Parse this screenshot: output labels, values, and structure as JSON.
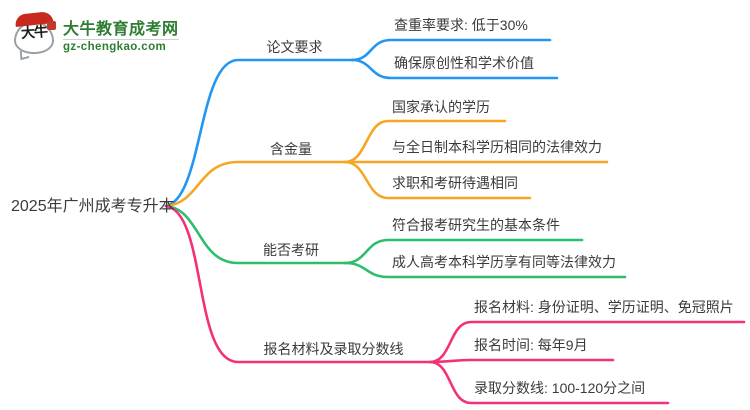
{
  "logo": {
    "icon_text": "大牛",
    "title": "大牛教育成考网",
    "url": "gz-chengkao.com",
    "brand_color": "#2e7d32",
    "accent_red": "#c8281e"
  },
  "root": {
    "label": "2025年广州成考专升本"
  },
  "branches": [
    {
      "label": "论文要求",
      "color": "#2196f3",
      "children": [
        "查重率要求: 低于30%",
        "确保原创性和学术价值"
      ]
    },
    {
      "label": "含金量",
      "color": "#f5a623",
      "children": [
        "国家承认的学历",
        "与全日制本科学历相同的法律效力",
        "求职和考研待遇相同"
      ]
    },
    {
      "label": "能否考研",
      "color": "#2dbe6c",
      "children": [
        "符合报考研究生的基本条件",
        "成人高考本科学历享有同等法律效力"
      ]
    },
    {
      "label": "报名材料及录取分数线",
      "color": "#f43077",
      "children": [
        "报名材料: 身份证明、学历证明、免冠照片",
        "报名时间: 每年9月",
        "录取分数线: 100-120分之间"
      ]
    }
  ]
}
